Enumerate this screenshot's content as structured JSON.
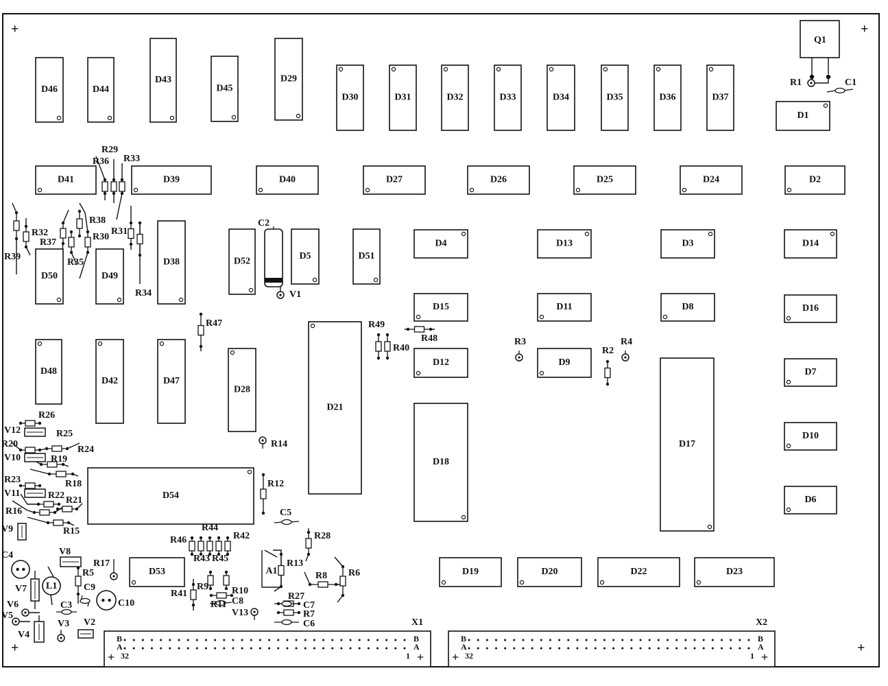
{
  "ic": [
    {
      "label": "D46"
    },
    {
      "label": "D44"
    },
    {
      "label": "D43"
    },
    {
      "label": "D45"
    },
    {
      "label": "D29"
    },
    {
      "label": "D30"
    },
    {
      "label": "D31"
    },
    {
      "label": "D32"
    },
    {
      "label": "D33"
    },
    {
      "label": "D34"
    },
    {
      "label": "D35"
    },
    {
      "label": "D36"
    },
    {
      "label": "D37"
    },
    {
      "label": "D1"
    },
    {
      "label": "D41"
    },
    {
      "label": "D39"
    },
    {
      "label": "D40"
    },
    {
      "label": "D27"
    },
    {
      "label": "D26"
    },
    {
      "label": "D25"
    },
    {
      "label": "D24"
    },
    {
      "label": "D2"
    },
    {
      "label": "D52"
    },
    {
      "label": "D5"
    },
    {
      "label": "D51"
    },
    {
      "label": "D4"
    },
    {
      "label": "D13"
    },
    {
      "label": "D3"
    },
    {
      "label": "D14"
    },
    {
      "label": "D50"
    },
    {
      "label": "D49"
    },
    {
      "label": "D38"
    },
    {
      "label": "D15"
    },
    {
      "label": "D11"
    },
    {
      "label": "D8"
    },
    {
      "label": "D16"
    },
    {
      "label": "D21"
    },
    {
      "label": "D12"
    },
    {
      "label": "D9"
    },
    {
      "label": "D17"
    },
    {
      "label": "D7"
    },
    {
      "label": "D48"
    },
    {
      "label": "D42"
    },
    {
      "label": "D47"
    },
    {
      "label": "D28"
    },
    {
      "label": "D18"
    },
    {
      "label": "D10"
    },
    {
      "label": "D6"
    },
    {
      "label": "D54"
    },
    {
      "label": "D53"
    },
    {
      "label": "A1"
    },
    {
      "label": "D19"
    },
    {
      "label": "D20"
    },
    {
      "label": "D22"
    },
    {
      "label": "D23"
    },
    {
      "label": "Q1"
    }
  ],
  "resistors": [
    {
      "label": "R1"
    },
    {
      "label": "R2"
    },
    {
      "label": "R3"
    },
    {
      "label": "R4"
    },
    {
      "label": "R5"
    },
    {
      "label": "R6"
    },
    {
      "label": "R7"
    },
    {
      "label": "R8"
    },
    {
      "label": "R9"
    },
    {
      "label": "R10"
    },
    {
      "label": "R11"
    },
    {
      "label": "R12"
    },
    {
      "label": "R13"
    },
    {
      "label": "R14"
    },
    {
      "label": "R15"
    },
    {
      "label": "R16"
    },
    {
      "label": "R17"
    },
    {
      "label": "R18"
    },
    {
      "label": "R19"
    },
    {
      "label": "R20"
    },
    {
      "label": "R21"
    },
    {
      "label": "R22"
    },
    {
      "label": "R23"
    },
    {
      "label": "R24"
    },
    {
      "label": "R25"
    },
    {
      "label": "R26"
    },
    {
      "label": "R27"
    },
    {
      "label": "R28"
    },
    {
      "label": "R29"
    },
    {
      "label": "R30"
    },
    {
      "label": "R31"
    },
    {
      "label": "R32"
    },
    {
      "label": "R33"
    },
    {
      "label": "R34"
    },
    {
      "label": "R35"
    },
    {
      "label": "R36"
    },
    {
      "label": "R37"
    },
    {
      "label": "R38"
    },
    {
      "label": "R39"
    },
    {
      "label": "R40"
    },
    {
      "label": "R41"
    },
    {
      "label": "R42"
    },
    {
      "label": "R43"
    },
    {
      "label": "R44"
    },
    {
      "label": "R45"
    },
    {
      "label": "R46"
    },
    {
      "label": "R47"
    },
    {
      "label": "R48"
    },
    {
      "label": "R49"
    }
  ],
  "capacitors": [
    {
      "label": "C1"
    },
    {
      "label": "C2"
    },
    {
      "label": "C3"
    },
    {
      "label": "C4"
    },
    {
      "label": "C5"
    },
    {
      "label": "C6"
    },
    {
      "label": "C7"
    },
    {
      "label": "C8"
    },
    {
      "label": "C9"
    },
    {
      "label": "C10"
    }
  ],
  "diodes": [
    {
      "label": "V1"
    },
    {
      "label": "V2"
    },
    {
      "label": "V3"
    },
    {
      "label": "V4"
    },
    {
      "label": "V5"
    },
    {
      "label": "V6"
    },
    {
      "label": "V7"
    },
    {
      "label": "V8"
    },
    {
      "label": "V9"
    },
    {
      "label": "V10"
    },
    {
      "label": "V11"
    },
    {
      "label": "V12"
    },
    {
      "label": "V13"
    }
  ],
  "inductors": [
    {
      "label": "L1"
    }
  ],
  "connectors": [
    {
      "name": "X1",
      "row_b": "B",
      "row_a": "A",
      "pin_first": "1",
      "pin_last": "32"
    },
    {
      "name": "X2",
      "row_b": "B",
      "row_a": "A",
      "pin_first": "1",
      "pin_last": "32"
    }
  ],
  "mount_mark": "+"
}
